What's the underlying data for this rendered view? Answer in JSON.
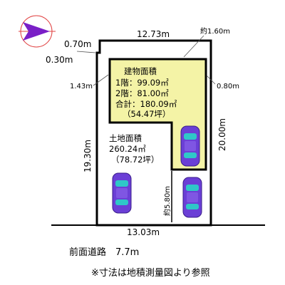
{
  "compass": {
    "icon": "north-arrow-icon",
    "color": "#7a1fc7",
    "ring_color": "#e04040"
  },
  "colors": {
    "building_fill": "#f4f3a6",
    "car_body": "#6b3fd6",
    "car_window": "#2fc8c8"
  },
  "dimensions": {
    "top_width": "12.73m",
    "top_right": "約1.60m",
    "top_left": "0.70m",
    "left_offset": "0.30m",
    "left_inner": "1.43m",
    "right_inner": "0.80m",
    "left_depth": "19.30m",
    "right_depth": "20.00m",
    "parking_depth": "約5.80m",
    "bottom_width": "13.03m"
  },
  "building": {
    "title": "建物面積",
    "floor1": "1階：99.09㎡",
    "floor2": "2階：81.00㎡",
    "total": "合計：180.09㎡",
    "tsubo": "（54.47坪）"
  },
  "land": {
    "title": "土地面積",
    "area": "260.24㎡",
    "tsubo": "（78.72坪）"
  },
  "road_label": "前面道路　7.7m",
  "note": "※寸法は地積測量図より参照"
}
